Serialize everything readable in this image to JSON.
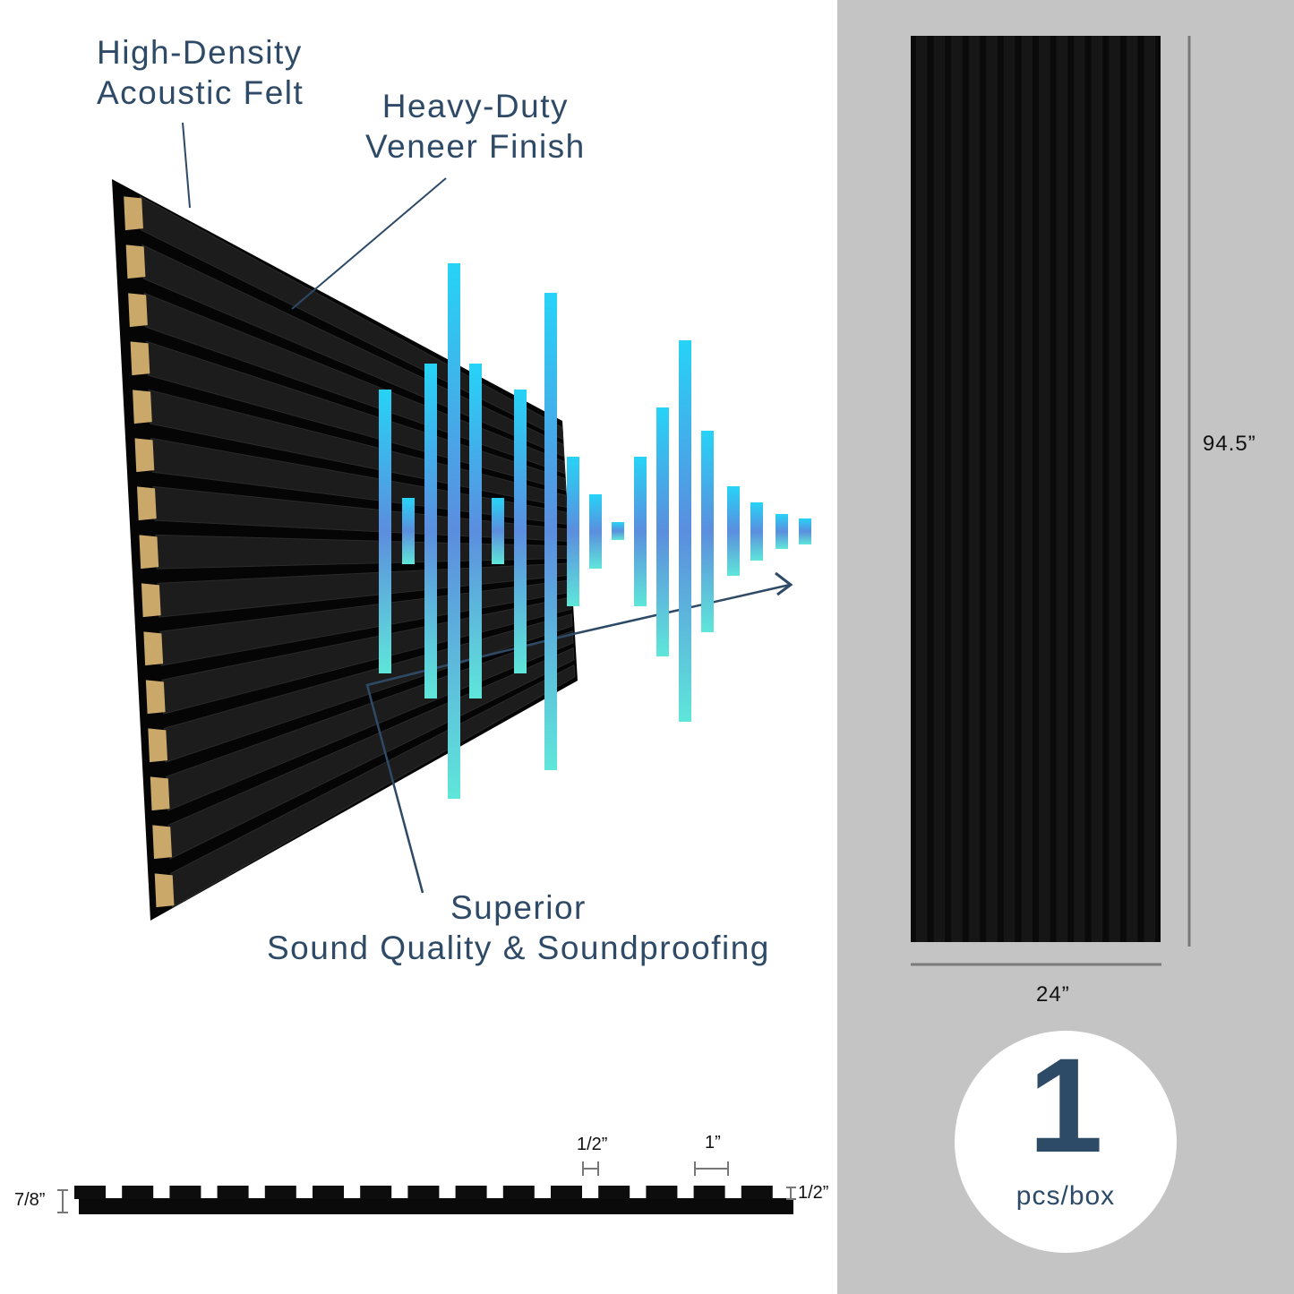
{
  "callouts": {
    "felt": [
      "High-Density",
      "Acoustic Felt"
    ],
    "veneer": [
      "Heavy-Duty",
      "Veneer Finish"
    ],
    "sound": [
      "Superior",
      "Sound Quality & Soundproofing"
    ]
  },
  "dimensions": {
    "height": "94.5”",
    "width": "24”",
    "total_thickness": "7/8”",
    "felt_thickness": "1/2”",
    "slat_gap": "1/2”",
    "slat_width": "1”"
  },
  "package": {
    "count": "1",
    "unit": "pcs/box"
  },
  "colors": {
    "accent_text": "#2e4a66",
    "panel_bg": "#c4c4c4",
    "slat": "#0d0d0d",
    "felt_edge": "#c9a86a",
    "wave_top": "#27d3f6",
    "wave_mid": "#5b8ede",
    "wave_bottom": "#5fe6d9"
  }
}
